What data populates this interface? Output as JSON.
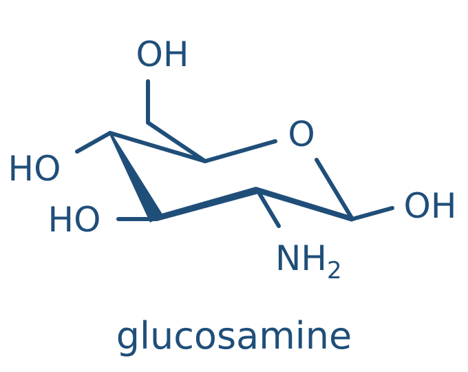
{
  "colors": {
    "ink": "#1F4E79",
    "background": "#FFFFFF"
  },
  "molecule": {
    "name": "glucosamine",
    "labels": {
      "oh_top": "OH",
      "ho_left": "HO",
      "ho_lower": "HO",
      "ring_o": "O",
      "oh_right": "OH",
      "nh": "NH",
      "nh_subscript": "2"
    }
  }
}
